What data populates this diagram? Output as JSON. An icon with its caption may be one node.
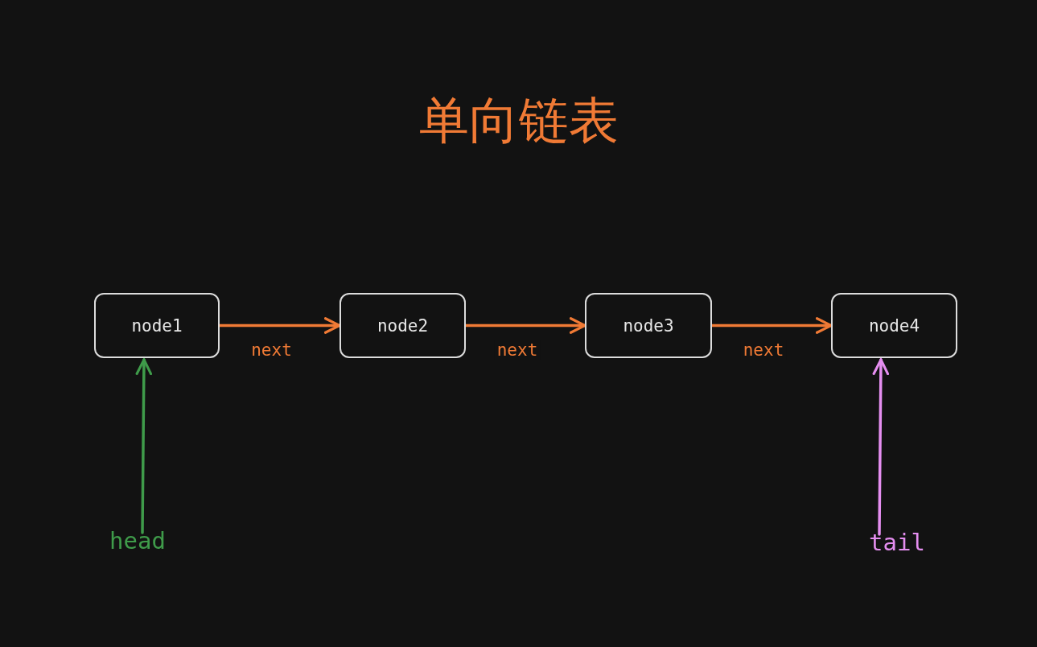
{
  "diagram": {
    "title": "单向链表",
    "nodes": [
      {
        "text": [
          "node1"
        ]
      },
      {
        "text": [
          "node2"
        ]
      },
      {
        "text": [
          "node3"
        ]
      },
      {
        "text": [
          "node4"
        ]
      },
      {
        "text": [
          "head"
        ]
      },
      {
        "text": [
          "tail"
        ]
      }
    ],
    "edges": [
      {
        "from": 0,
        "to": 1,
        "arrow": "to",
        "label": "next"
      },
      {
        "from": 1,
        "to": 2,
        "arrow": "to",
        "label": "next"
      },
      {
        "from": 2,
        "to": 3,
        "arrow": "to",
        "label": "next"
      },
      {
        "from": 4,
        "to": 0,
        "arrow": "to",
        "color": "#3f9b4a"
      },
      {
        "from": 5,
        "to": 3,
        "arrow": "to",
        "color": "#e58ef0"
      }
    ]
  }
}
